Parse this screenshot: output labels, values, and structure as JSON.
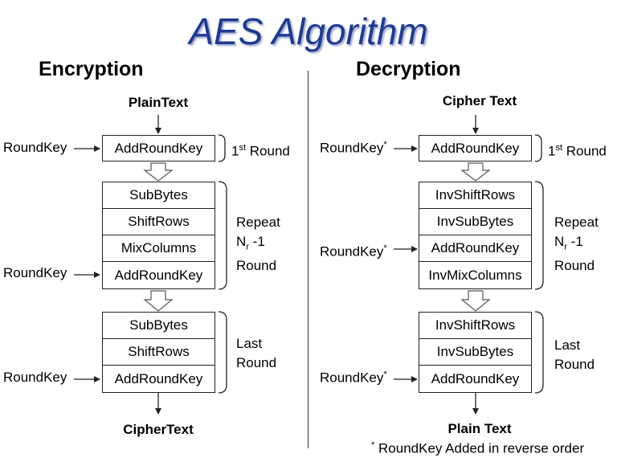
{
  "title": "AES Algorithm",
  "encryption": {
    "heading": "Encryption",
    "input": "PlainText",
    "output": "CipherText",
    "first_round": {
      "box": "AddRoundKey",
      "label": "Round",
      "ordinal": "st",
      "number": "1"
    },
    "repeat_round": {
      "steps": [
        "SubBytes",
        "ShiftRows",
        "MixColumns",
        "AddRoundKey"
      ],
      "label_line1": "Repeat",
      "label_n": "N",
      "label_n_sub": "r",
      "label_n_rest": " -1",
      "label_line3": "Round"
    },
    "last_round": {
      "steps": [
        "SubBytes",
        "ShiftRows",
        "AddRoundKey"
      ],
      "label_line1": "Last",
      "label_line2": "Round"
    },
    "roundkey": "RoundKey"
  },
  "decryption": {
    "heading": "Decryption",
    "input": "Cipher Text",
    "output": "Plain Text",
    "first_round": {
      "box": "AddRoundKey",
      "label": "Round",
      "ordinal": "st",
      "number": "1"
    },
    "repeat_round": {
      "steps": [
        "InvShiftRows",
        "InvSubBytes",
        "AddRoundKey",
        "InvMixColumns"
      ],
      "label_line1": "Repeat",
      "label_n": "N",
      "label_n_sub": "r",
      "label_n_rest": " -1",
      "label_line3": "Round"
    },
    "last_round": {
      "steps": [
        "InvShiftRows",
        "InvSubBytes",
        "AddRoundKey"
      ],
      "label_line1": "Last",
      "label_line2": "Round"
    },
    "roundkey": "RoundKey",
    "roundkey_mark": "*"
  },
  "footnote": {
    "mark": "*",
    "text": " RoundKey Added in reverse order"
  }
}
